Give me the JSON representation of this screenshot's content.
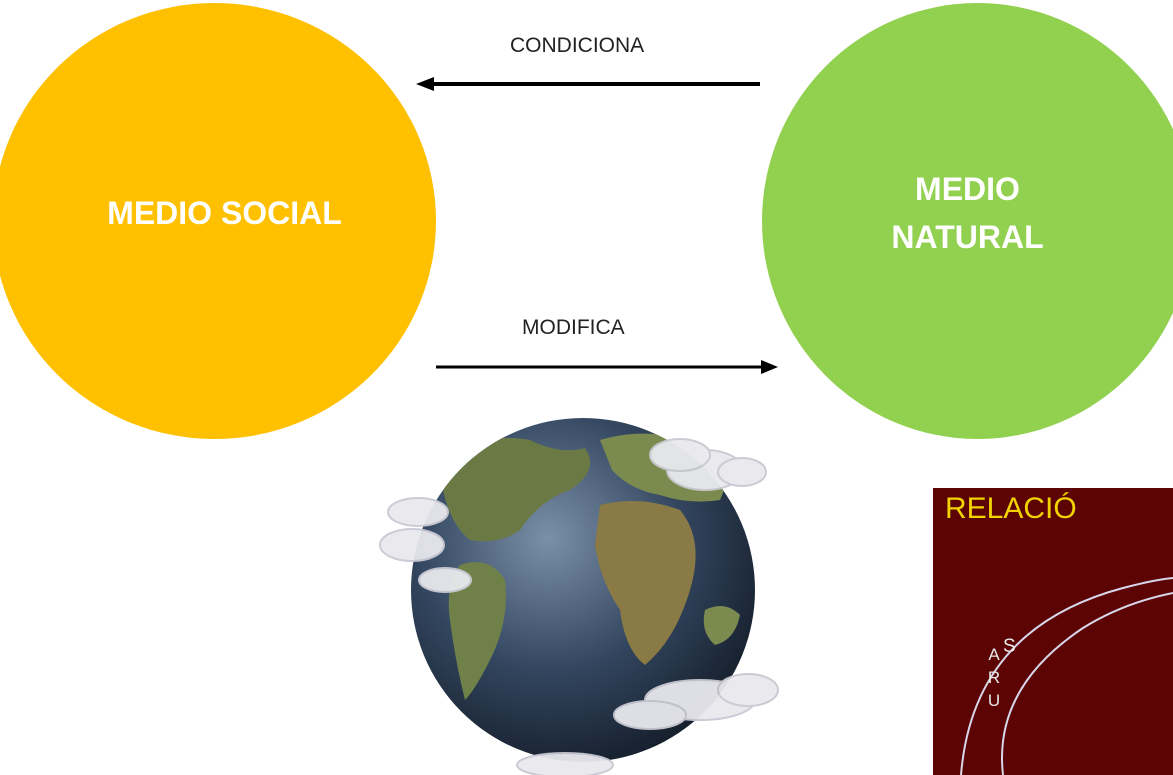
{
  "diagram": {
    "medio_social": {
      "label": "MEDIO SOCIAL",
      "color": "#FFC000"
    },
    "medio_natural": {
      "label": "MEDIO NATURAL",
      "color": "#92D050"
    },
    "arrow_top": {
      "label": "CONDICIONA",
      "direction": "from medio natural to medio social"
    },
    "arrow_bottom": {
      "label": "MODIFICA",
      "direction": "from medio social to medio natural"
    }
  },
  "illustration": {
    "icon": "earth-globe-with-clouds"
  },
  "inset_panel": {
    "title": "RELACIÓ",
    "background": "#5C0404",
    "title_color": "#F2D300",
    "inner_text": "S",
    "vertical_letters": [
      "A",
      "R",
      "U"
    ]
  }
}
